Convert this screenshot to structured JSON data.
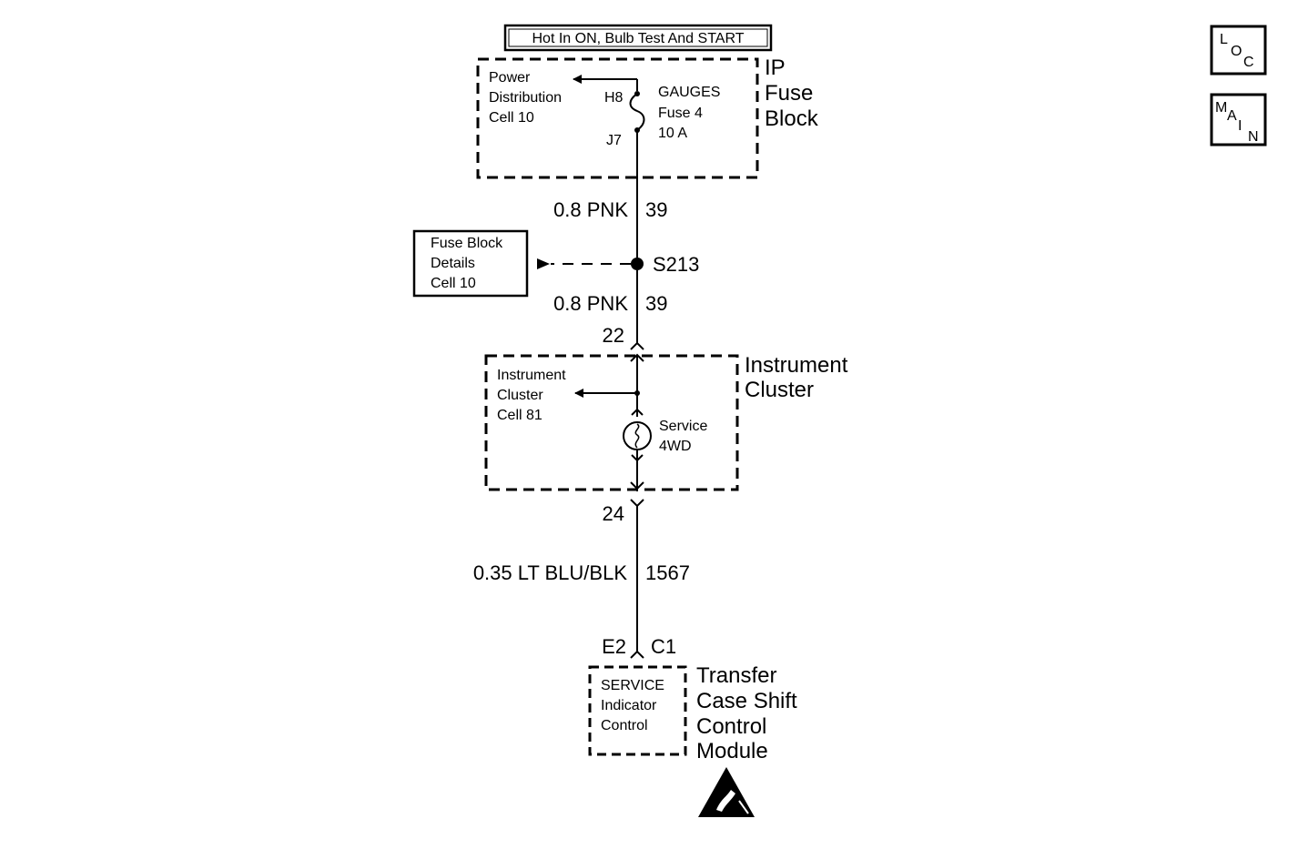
{
  "power_label": "Hot In ON, Bulb Test And START",
  "nav": {
    "loc": {
      "l1": "L",
      "l2": "O",
      "l3": "C"
    },
    "main": {
      "l1": "M",
      "l2": "A",
      "l3": "I",
      "l4": "N"
    }
  },
  "ip_fuse_block": {
    "title_line1": "IP",
    "title_line2": "Fuse",
    "title_line3": "Block",
    "ref_line1": "Power",
    "ref_line2": "Distribution",
    "ref_line3": "Cell 10",
    "pin_top": "H8",
    "pin_bottom": "J7",
    "fuse_line1": "GAUGES",
    "fuse_line2": "Fuse 4",
    "fuse_line3": "10 A"
  },
  "wire_1": {
    "gauge_color": "0.8 PNK",
    "circuit": "39"
  },
  "splice": {
    "id": "S213"
  },
  "fuse_block_details": {
    "line1": "Fuse Block",
    "line2": "Details",
    "line3": "Cell 10"
  },
  "wire_2": {
    "gauge_color": "0.8 PNK",
    "circuit": "39"
  },
  "instrument_cluster": {
    "connector_in": "22",
    "connector_out": "24",
    "title_line1": "Instrument",
    "title_line2": "Cluster",
    "ref_line1": "Instrument",
    "ref_line2": "Cluster",
    "ref_line3": "Cell 81",
    "lamp_line1": "Service",
    "lamp_line2": "4WD"
  },
  "wire_3": {
    "gauge_color": "0.35 LT BLU/BLK",
    "circuit": "1567"
  },
  "transfer_case_module": {
    "conn_left": "E2",
    "conn_right": "C1",
    "inner_line1": "SERVICE",
    "inner_line2": "Indicator",
    "inner_line3": "Control",
    "title_line1": "Transfer",
    "title_line2": "Case Shift",
    "title_line3": "Control",
    "title_line4": "Module"
  }
}
